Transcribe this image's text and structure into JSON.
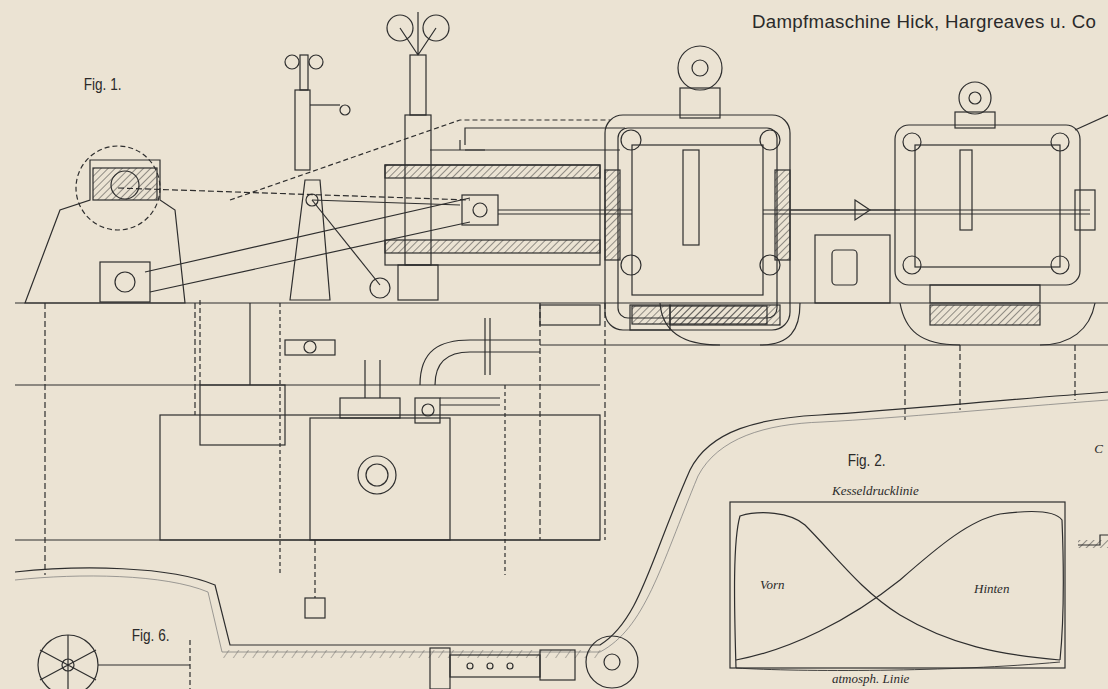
{
  "diagram": {
    "title": "Dampfmaschine Hick, Hargreaves u. Co",
    "labels": [
      "Fig. 1.",
      "Fig. 2.",
      "Kesseldrucklinie",
      "Vorn",
      "Hinten",
      "atmosph. Linie",
      "Fig. 6.",
      "C"
    ]
  }
}
